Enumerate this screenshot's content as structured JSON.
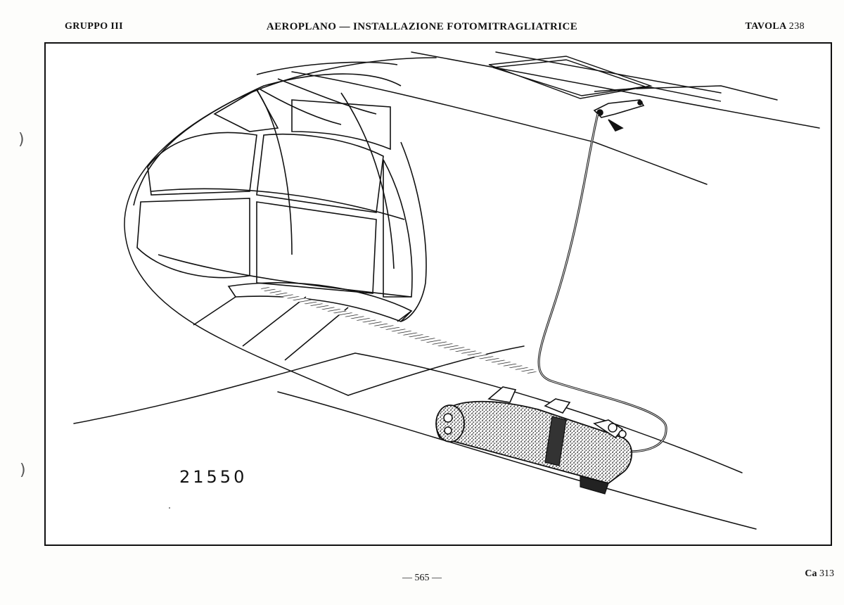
{
  "header": {
    "group": "GRUPPO III",
    "title": "AEROPLANO — INSTALLAZIONE FOTOMITRAGLIATRICE",
    "plate_label": "TAVOLA",
    "plate_number": "238"
  },
  "drawing": {
    "reference_number": "21550"
  },
  "footer": {
    "page": "— 565 —",
    "code_prefix": "Ca",
    "code_number": "313"
  },
  "binder_marks": [
    ")",
    ")"
  ]
}
